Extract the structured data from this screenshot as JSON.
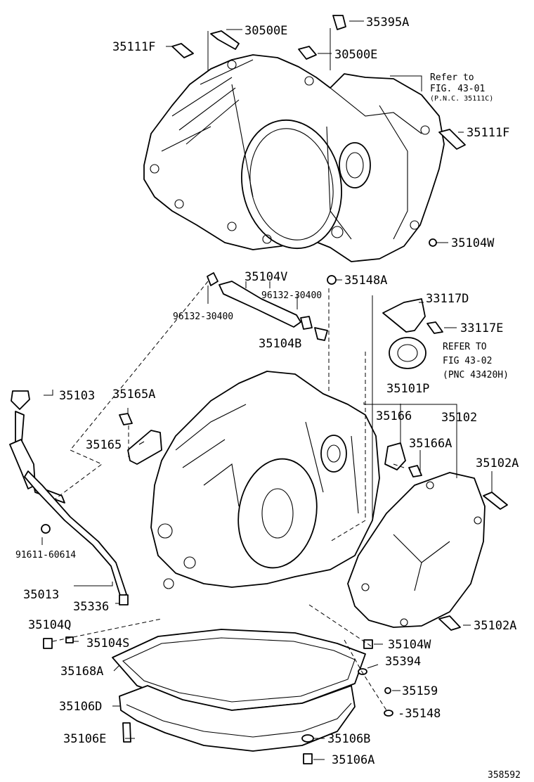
{
  "labels": {
    "p30500E_a": "30500E",
    "p35395A": "35395A",
    "p35111F_a": "35111F",
    "p30500E_b": "30500E",
    "p35111F_b": "35111F",
    "p35104W_a": "35104W",
    "p35148A": "35148A",
    "p35104V": "35104V",
    "p96132_a": "96132-30400",
    "p96132_b": "96132-30400",
    "p33117D": "33117D",
    "p33117E": "33117E",
    "p35104B": "35104B",
    "p35103": "35103",
    "p35165A": "35165A",
    "p35165": "35165",
    "p35101P": "35101P",
    "p35166": "35166",
    "p35102": "35102",
    "p35166A": "35166A",
    "p35102A_a": "35102A",
    "p91611": "91611-60614",
    "p35013": "35013",
    "p35336": "35336",
    "p35104Q": "35104Q",
    "p35104S": "35104S",
    "p35102A_b": "35102A",
    "p35104W_b": "35104W",
    "p35168A": "35168A",
    "p35394": "35394",
    "p35159": "35159",
    "p35106D": "35106D",
    "p35148": "-35148",
    "p35106E": "35106E",
    "p35106B": "35106B",
    "p35106A": "35106A"
  },
  "notes": {
    "refer1_line1": "Refer to",
    "refer1_line2": "FIG. 43-01",
    "refer1_line3": "(P.N.C. 35111C)",
    "refer2_line1": "REFER TO",
    "refer2_line2": "FIG 43-02",
    "refer2_line3": "(PNC 43420H)"
  },
  "diagram_id": "358592"
}
